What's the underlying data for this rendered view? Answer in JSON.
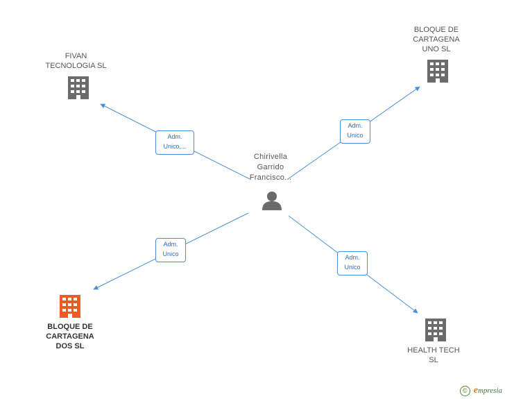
{
  "center_person": {
    "label": "Chirivella\nGarrido\nFrancisco...",
    "icon": "person-icon",
    "color": "#6b6b6b"
  },
  "companies": [
    {
      "id": "fivan",
      "label": "FIVAN\nTECNOLOGIA  SL",
      "icon": "building-icon",
      "color": "#6b6b6b",
      "highlight": false
    },
    {
      "id": "bloque-uno",
      "label": "BLOQUE DE\nCARTAGENA\nUNO SL",
      "icon": "building-icon",
      "color": "#6b6b6b",
      "highlight": false
    },
    {
      "id": "bloque-dos",
      "label": "BLOQUE DE\nCARTAGENA\nDOS SL",
      "icon": "building-icon",
      "color": "#f05a28",
      "highlight": true
    },
    {
      "id": "health-tech",
      "label": "HEALTH TECH\nSL",
      "icon": "building-icon",
      "color": "#6b6b6b",
      "highlight": false
    }
  ],
  "edges": [
    {
      "to": "fivan",
      "label": "Adm.\nUnico,..."
    },
    {
      "to": "bloque-uno",
      "label": "Adm.\nUnico"
    },
    {
      "to": "bloque-dos",
      "label": "Adm.\nUnico"
    },
    {
      "to": "health-tech",
      "label": "Adm.\nUnico"
    }
  ],
  "colors": {
    "edge": "#4a8fd6",
    "edge_label_text": "#2e6fbf"
  },
  "brand": {
    "copyright_symbol": "©",
    "initial": "e",
    "name": "mpresia"
  }
}
